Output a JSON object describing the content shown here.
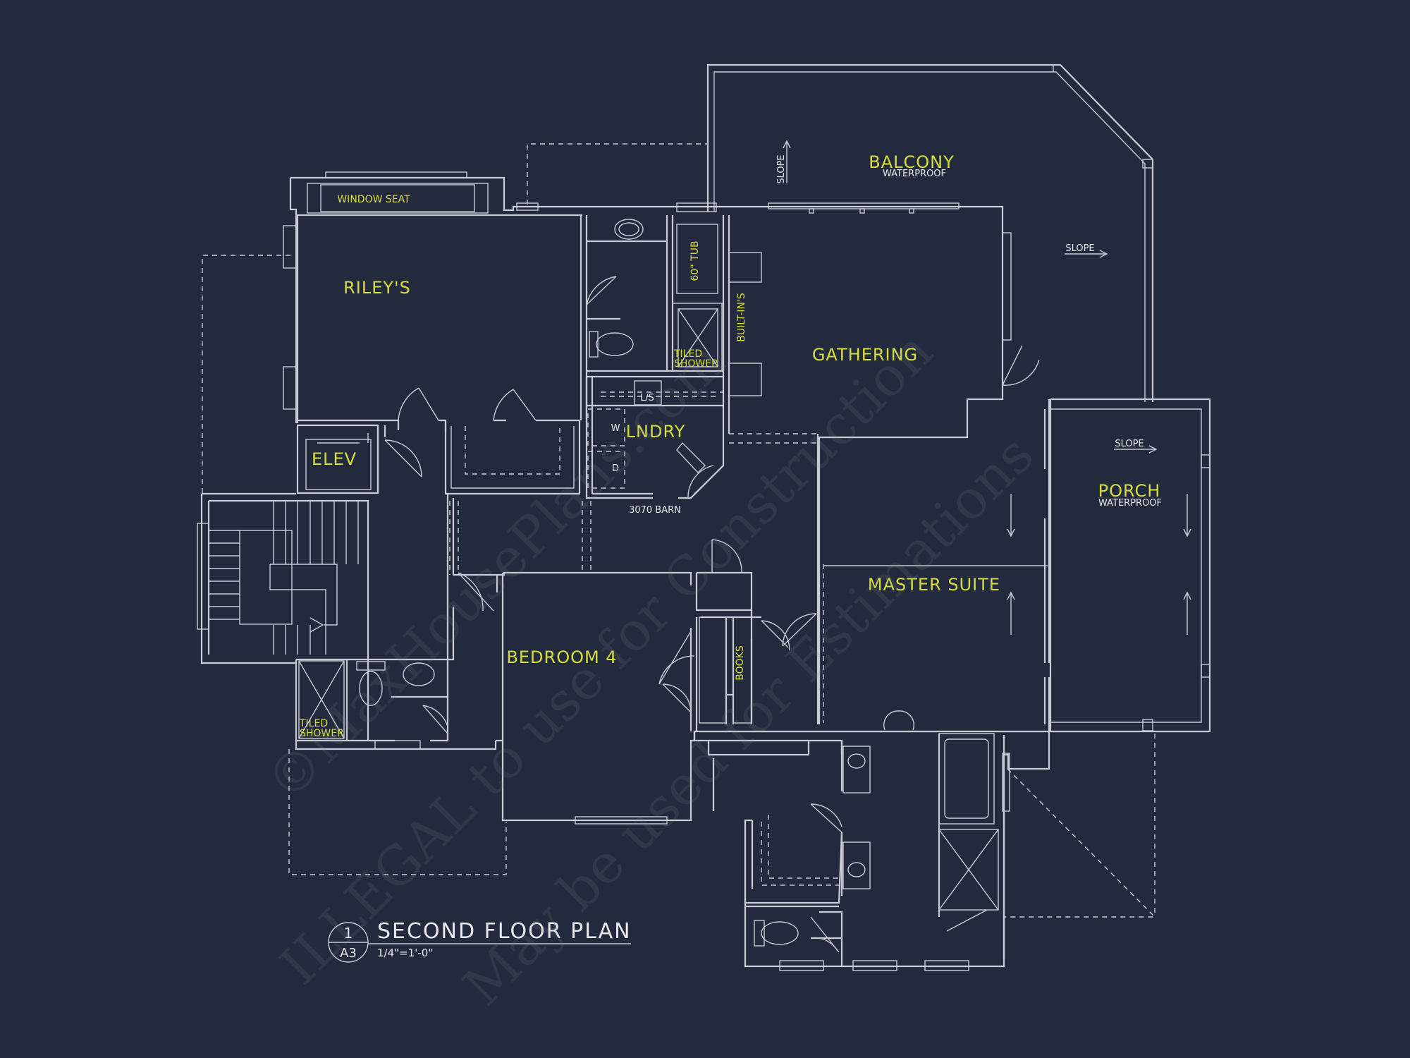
{
  "rooms": {
    "rileys": "RILEY'S",
    "window_seat": "WINDOW SEAT",
    "tub": "60\" TUB",
    "builtins": "BUILT-IN'S",
    "tiled_shower": [
      "TILED",
      "SHOWER"
    ],
    "gathering": "GATHERING",
    "balcony": "BALCONY",
    "balcony_note": "WATERPROOF",
    "slope": "SLOPE",
    "elev": "ELEV",
    "lndry": "LNDRY",
    "ls": "L/S",
    "washer": "W",
    "dryer": "D",
    "barn_door": "3070 BARN",
    "porch": "PORCH",
    "porch_note": "WATERPROOF",
    "master_suite": "MASTER SUITE",
    "bedroom4": "BEDROOM 4",
    "books": "BOOKS",
    "tiled_shower_2": [
      "TILED",
      "SHOWER"
    ]
  },
  "title_block": {
    "detail_number": "1",
    "sheet": "A3",
    "title": "SECOND FLOOR PLAN",
    "scale": "1/4\"=1'-0\""
  },
  "watermark": {
    "line1": "©MaxHousePlans.com",
    "line2": "ILLEGAL to use for Construction",
    "line3": "May be used for Estimations"
  },
  "colors": {
    "background": "#232a3d",
    "linework": "#c9ccd6",
    "room_label": "#d7de3a"
  }
}
